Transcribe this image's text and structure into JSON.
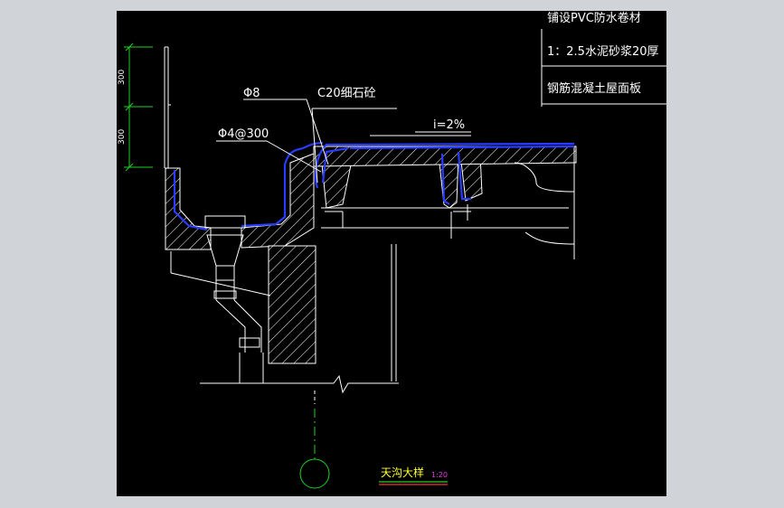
{
  "legend": {
    "layer1": "铺设PVC防水卷材",
    "layer2": "1：2.5水泥砂浆20厚",
    "layer3": "钢筋混凝土屋面板"
  },
  "annotations": {
    "rebar_main": "Φ8",
    "concrete": "C20细石砼",
    "rebar_dist": "Φ4@300",
    "slope": "i=2%"
  },
  "dimensions": {
    "upper": "300",
    "lower": "300"
  },
  "title": {
    "main": "天沟大样",
    "scale": "1:20"
  },
  "colors": {
    "background": "#000000",
    "outline": "#ffffff",
    "waterproof": "#2a3cff",
    "dimension": "#1fd11f",
    "title": "#ffff33",
    "scale_text": "#e040e0"
  }
}
